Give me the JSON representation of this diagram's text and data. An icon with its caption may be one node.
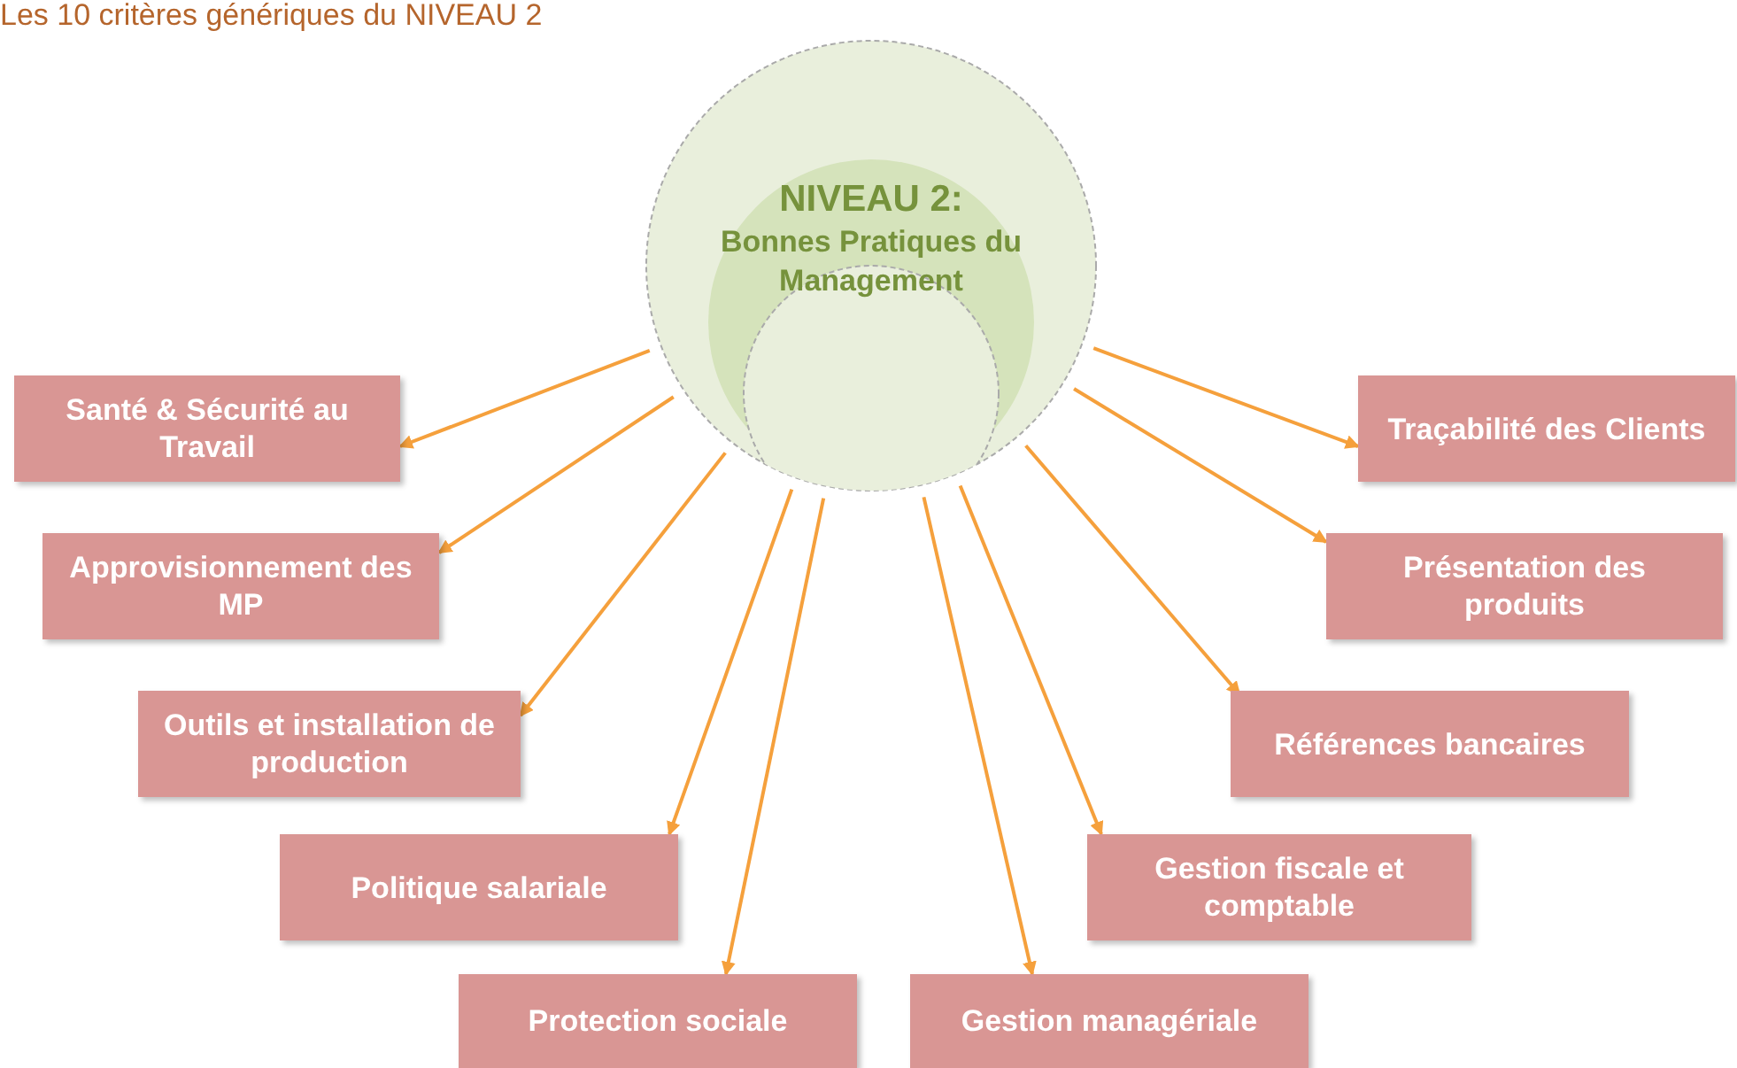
{
  "diagram": {
    "title": "Les 10 critères génériques du NIVEAU 2",
    "nodes": [
      {
        "text": [
          "NIVEAU 2:",
          "Bonnes Pratiques du Management"
        ]
      },
      {
        "text": [
          "Santé & Sécurité au Travail"
        ]
      },
      {
        "text": [
          "Approvisionnement des MP"
        ]
      },
      {
        "text": [
          "Outils et installation de production"
        ]
      },
      {
        "text": [
          "Politique salariale"
        ]
      },
      {
        "text": [
          "Protection sociale"
        ]
      },
      {
        "text": [
          "Gestion managériale"
        ]
      },
      {
        "text": [
          "Gestion fiscale et comptable"
        ]
      },
      {
        "text": [
          "Références bancaires"
        ]
      },
      {
        "text": [
          "Présentation des produits"
        ]
      },
      {
        "text": [
          "Traçabilité des Clients"
        ]
      }
    ],
    "edges": [
      {
        "from": 0,
        "to": 1,
        "arrow": "to"
      },
      {
        "from": 0,
        "to": 2,
        "arrow": "to"
      },
      {
        "from": 0,
        "to": 3,
        "arrow": "to"
      },
      {
        "from": 0,
        "to": 4,
        "arrow": "to"
      },
      {
        "from": 0,
        "to": 5,
        "arrow": "to"
      },
      {
        "from": 0,
        "to": 6,
        "arrow": "to"
      },
      {
        "from": 0,
        "to": 7,
        "arrow": "to"
      },
      {
        "from": 0,
        "to": 8,
        "arrow": "to"
      },
      {
        "from": 0,
        "to": 9,
        "arrow": "to"
      },
      {
        "from": 0,
        "to": 10,
        "arrow": "to"
      }
    ]
  }
}
